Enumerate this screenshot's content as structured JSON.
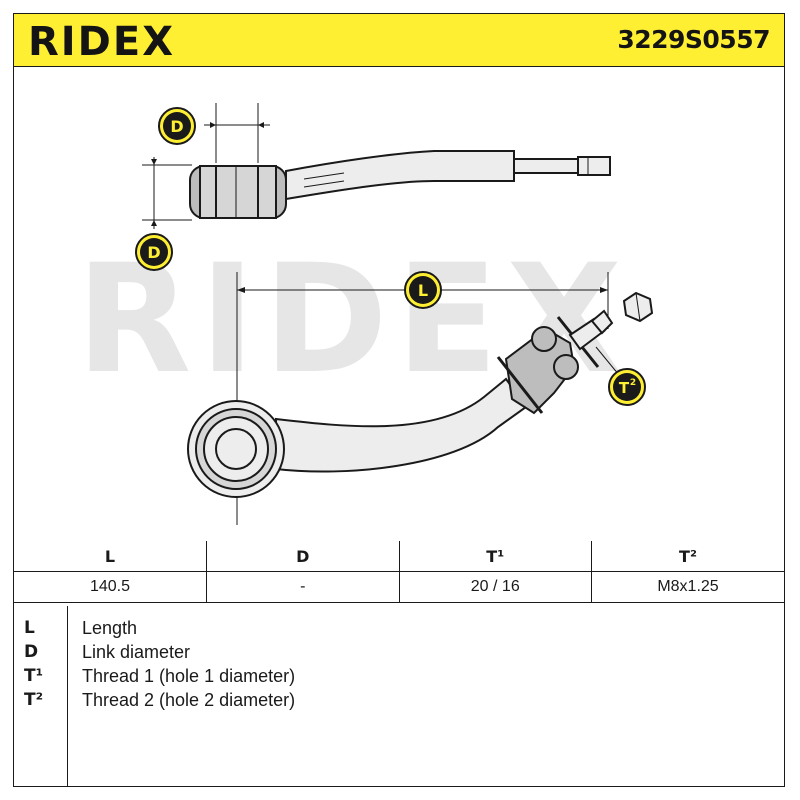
{
  "header": {
    "brand": "RIDEX",
    "part_number": "3229S0557"
  },
  "drawing": {
    "watermark": "RIDEX",
    "callouts": {
      "d_top": "D",
      "d_side": "D",
      "length": "L",
      "thread2_base": "T",
      "thread2_sup": "2"
    }
  },
  "spec_table": {
    "headers": [
      "L",
      "D",
      "T¹",
      "T²"
    ],
    "values": [
      "140.5",
      "-",
      "20 / 16",
      "M8x1.25"
    ]
  },
  "legend": [
    {
      "key": "L",
      "text": "Length"
    },
    {
      "key": "D",
      "text": "Link diameter"
    },
    {
      "key": "T¹",
      "text": "Thread 1 (hole 1 diameter)"
    },
    {
      "key": "T²",
      "text": "Thread 2 (hole 2 diameter)"
    }
  ],
  "colors": {
    "accent": "#ffef33",
    "ink": "#1a1a1a",
    "watermark": "#e6e6e6",
    "part_fill": "#ededed",
    "bushing_fill": "#bdbdbd"
  }
}
